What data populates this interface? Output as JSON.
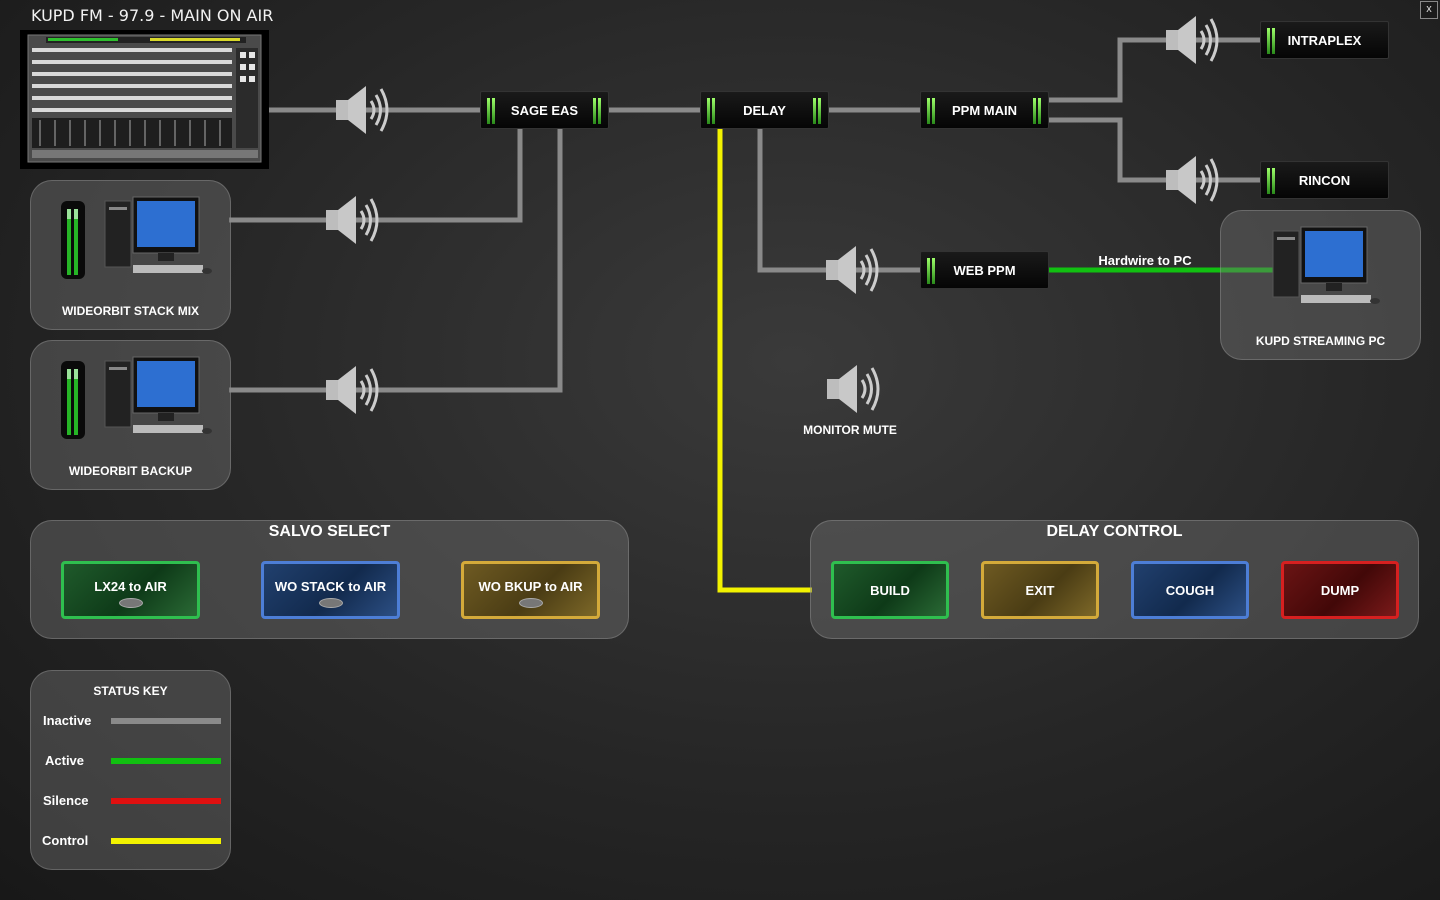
{
  "window": {
    "title": "KUPD FM - 97.9 - MAIN ON AIR",
    "close_label": "x"
  },
  "sources": {
    "stack_mix": "WIDEORBIT STACK MIX",
    "backup": "WIDEORBIT BACKUP",
    "streaming_pc": "KUPD STREAMING PC"
  },
  "devices": {
    "sage_eas": "SAGE EAS",
    "delay": "DELAY",
    "ppm_main": "PPM MAIN",
    "intraplex": "INTRAPLEX",
    "rincon": "RINCON",
    "web_ppm": "WEB PPM"
  },
  "links": {
    "hardwire": "Hardwire to PC"
  },
  "monitor": {
    "label": "MONITOR MUTE"
  },
  "salvo": {
    "title": "SALVO SELECT",
    "buttons": [
      "LX24 to AIR",
      "WO STACK to AIR",
      "WO BKUP to AIR"
    ]
  },
  "delay_control": {
    "title": "DELAY CONTROL",
    "buttons": [
      "BUILD",
      "EXIT",
      "COUGH",
      "DUMP"
    ]
  },
  "status_key": {
    "title": "STATUS KEY",
    "items": [
      {
        "label": "Inactive",
        "color": "#8a8a8a"
      },
      {
        "label": "Active",
        "color": "#11c011"
      },
      {
        "label": "Silence",
        "color": "#e01010"
      },
      {
        "label": "Control",
        "color": "#f2f200"
      }
    ]
  },
  "colors": {
    "inactive": "#8a8a8a",
    "active": "#11c011",
    "control": "#f2f200",
    "silence": "#e01010"
  }
}
